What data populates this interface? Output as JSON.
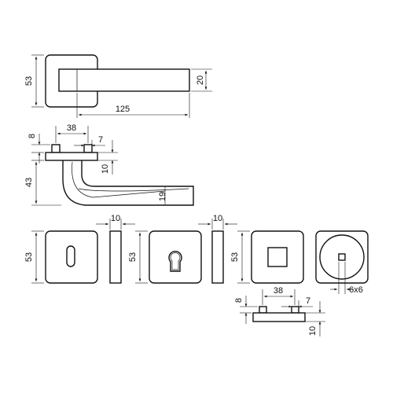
{
  "dimensions": {
    "rose_height": "53",
    "lever_height": "20",
    "lever_length": "125",
    "side_spacing": "38",
    "side_pin": "7",
    "side_rose_thickness": "8",
    "side_offset": "10",
    "side_height": "43",
    "side_lever_thickness": "19",
    "key_plate_thickness": "10",
    "key_rose_height": "53",
    "cyl_plate_thickness": "10",
    "cyl_rose_height": "53",
    "wc_rose_height": "53",
    "wc_square": "6x6",
    "wc_side_spacing": "38",
    "wc_side_pin": "7",
    "wc_side_rose_thickness": "8",
    "wc_side_height": "10"
  }
}
